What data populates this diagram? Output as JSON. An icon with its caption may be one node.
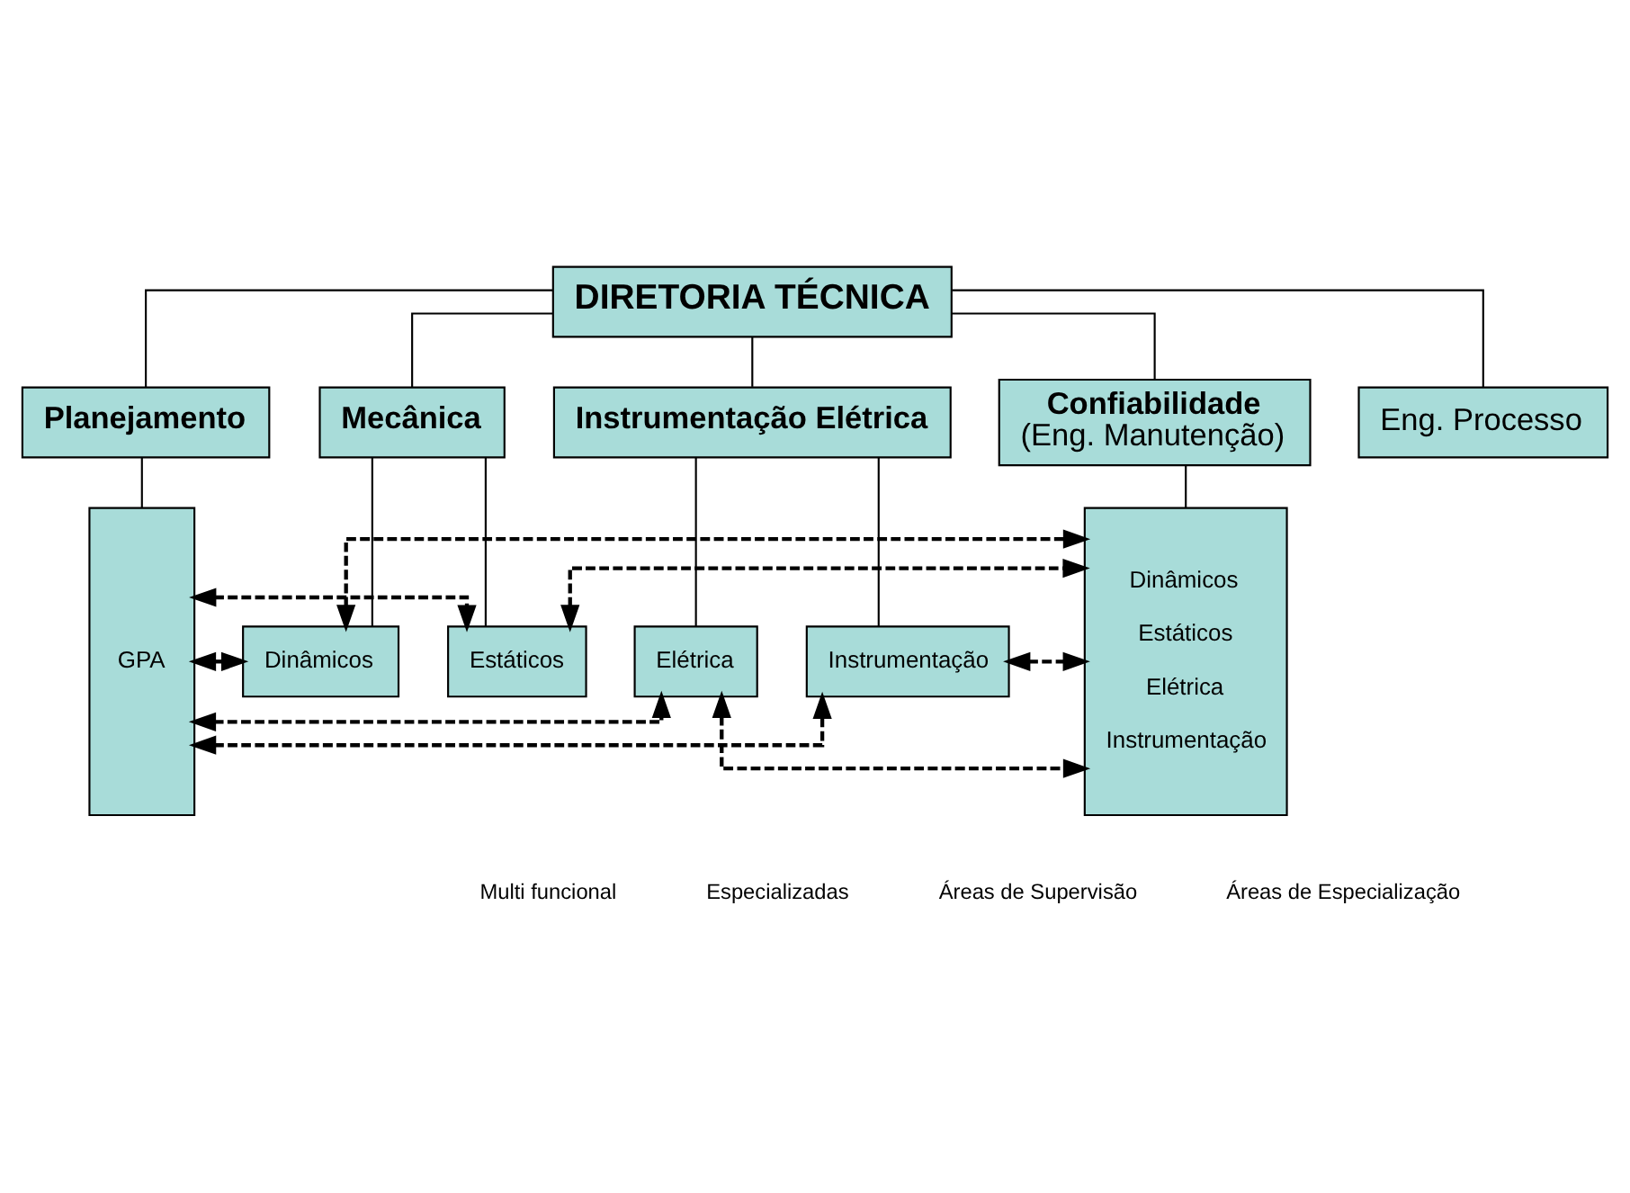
{
  "diagram": {
    "nodes": [
      {
        "text": [
          "DIRETORIA TÉCNICA"
        ]
      },
      {
        "text": [
          "Planejamento"
        ]
      },
      {
        "text": [
          "Mecânica"
        ]
      },
      {
        "text": [
          "Instrumentação Elétrica"
        ]
      },
      {
        "text": [
          "Confiabilidade",
          "(Eng. Manutenção)"
        ]
      },
      {
        "text": [
          "Eng. Processo"
        ]
      },
      {
        "text": [
          "GPA"
        ]
      },
      {
        "text": [
          "Dinâmicos"
        ]
      },
      {
        "text": [
          "Estáticos"
        ]
      },
      {
        "text": [
          "Elétrica"
        ]
      },
      {
        "text": [
          "Instrumentação"
        ]
      },
      {
        "text": [
          "Dinâmicos",
          "Estáticos",
          "Elétrica",
          "Instrumentação"
        ]
      }
    ],
    "edges": [
      {
        "from": 0,
        "to": 1,
        "arrow": "none"
      },
      {
        "from": 0,
        "to": 2,
        "arrow": "none"
      },
      {
        "from": 0,
        "to": 3,
        "arrow": "none"
      },
      {
        "from": 0,
        "to": 4,
        "arrow": "none"
      },
      {
        "from": 0,
        "to": 5,
        "arrow": "none"
      },
      {
        "from": 1,
        "to": 6,
        "arrow": "none"
      },
      {
        "from": 2,
        "to": 7,
        "arrow": "none"
      },
      {
        "from": 2,
        "to": 8,
        "arrow": "none"
      },
      {
        "from": 3,
        "to": 9,
        "arrow": "none"
      },
      {
        "from": 3,
        "to": 10,
        "arrow": "none"
      },
      {
        "from": 4,
        "to": 11,
        "arrow": "none"
      },
      {
        "from": 6,
        "to": 7,
        "arrow": "both",
        "style": "dashed"
      },
      {
        "from": 7,
        "to": 11,
        "arrow": "both",
        "style": "dashed"
      },
      {
        "from": 6,
        "to": 8,
        "arrow": "both",
        "style": "dashed"
      },
      {
        "from": 8,
        "to": 11,
        "arrow": "both",
        "style": "dashed"
      },
      {
        "from": 6,
        "to": 9,
        "arrow": "both",
        "style": "dashed"
      },
      {
        "from": 9,
        "to": 11,
        "arrow": "both",
        "style": "dashed"
      },
      {
        "from": 6,
        "to": 10,
        "arrow": "both",
        "style": "dashed"
      },
      {
        "from": 10,
        "to": 11,
        "arrow": "both",
        "style": "dashed"
      }
    ],
    "labels": [
      "Áreas de Especialização",
      "Multi funcional",
      "Especializadas",
      "Áreas de Supervisão"
    ]
  }
}
